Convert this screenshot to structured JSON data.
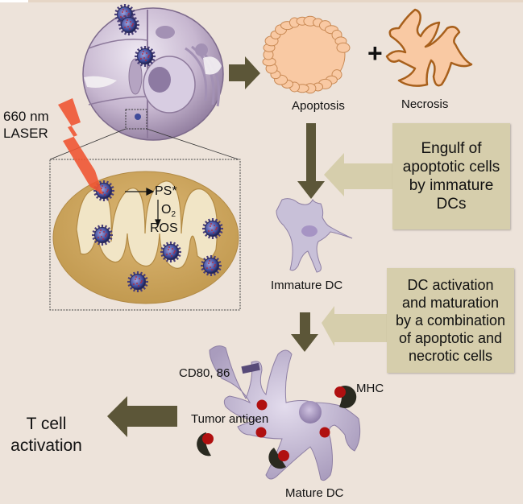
{
  "title": "Photodynamic therapy induced tumor immunity via dendritic cell activation",
  "labels": {
    "laser": [
      "660 nm",
      "LASER"
    ],
    "apoptosis": "Apoptosis",
    "necrosis": "Necrosis",
    "plus": "+",
    "ps": "PS*",
    "o2_base": "O",
    "o2_sub": "2",
    "ros": "ROS",
    "immature_dc": "Immature DC",
    "mature_dc": "Mature DC",
    "cd80": "CD80, 86",
    "mhc": "MHC",
    "tumor_antigen": "Tumor antigen",
    "t_cell": [
      "T cell",
      "activation"
    ]
  },
  "boxes": {
    "engulf": [
      "Engulf of",
      "apoptotic cells",
      "by immature",
      "DCs"
    ],
    "activation": [
      "DC activation",
      "and maturation",
      "by a combination",
      "of apoptotic and",
      "necrotic cells"
    ]
  },
  "colors": {
    "background": "#ede3da",
    "arrow_dark": "#5c5638",
    "callout_box": "#d6ceac",
    "laser": "#ee5533",
    "apoptotic_fill": "#f9c9a3",
    "apoptotic_stroke": "#c98a55",
    "necrotic_stroke": "#a8601c",
    "mitochondrion": "#cfa45e",
    "cristae": "#f1e5c6",
    "dc_fill": "#c8c0d8",
    "antigen_red": "#b01010",
    "mhc_dark": "#2a2a20"
  }
}
